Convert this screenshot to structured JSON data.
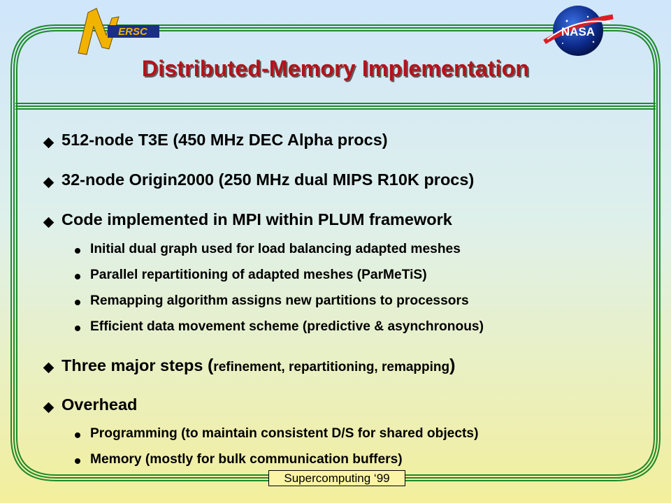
{
  "slide": {
    "title": "Distributed-Memory Implementation",
    "footer": "Supercomputing ‘99",
    "logos": {
      "left_text": "ERSC",
      "right_text": "NASA"
    },
    "bullets": [
      {
        "text": "512-node T3E (450 MHz DEC Alpha procs)"
      },
      {
        "text": "32-node Origin2000 (250 MHz dual MIPS R10K procs)"
      },
      {
        "text": "Code implemented in MPI within PLUM framework",
        "sub": [
          "Initial dual graph used for load balancing adapted meshes",
          "Parallel repartitioning of adapted meshes (ParMeTiS)",
          "Remapping algorithm assigns new partitions to processors",
          "Efficient data movement scheme (predictive & asynchronous)"
        ]
      },
      {
        "text_main": "Three major steps",
        "paren_open": "(",
        "text_small": "refinement, repartitioning, remapping",
        "paren_close": ")"
      },
      {
        "text": "Overhead",
        "sub": [
          "Programming (to maintain consistent D/S for shared objects)",
          "Memory (mostly for bulk communication buffers)"
        ]
      }
    ],
    "colors": {
      "title": "#b5121b",
      "frame_green": "#1e8a2a",
      "background_top": "#cfe6fb",
      "background_bottom": "#f3ef9c"
    }
  }
}
